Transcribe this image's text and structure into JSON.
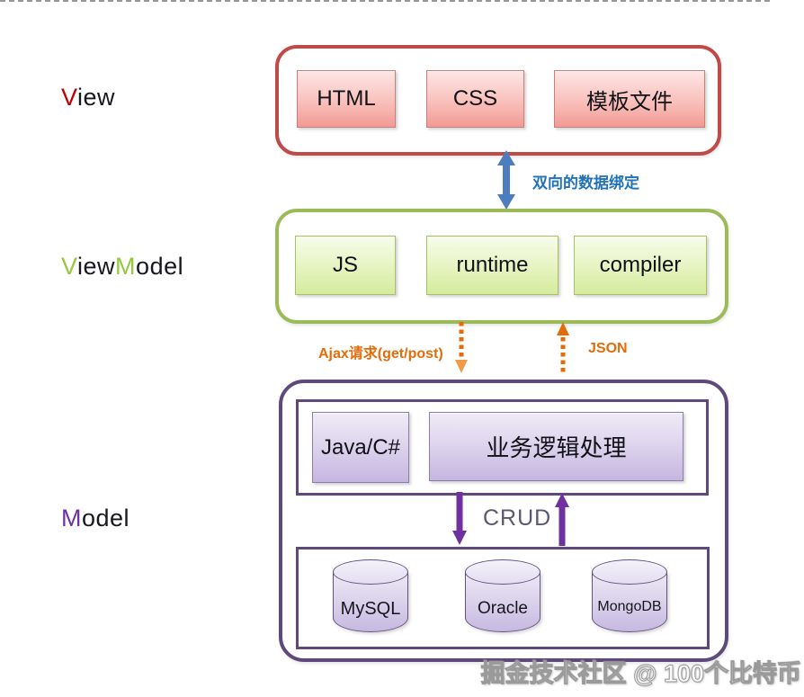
{
  "layer_labels": {
    "view": {
      "p1": "V",
      "p2": "iew"
    },
    "viewmodel": {
      "p1": "V",
      "p2": "iew",
      "p3": "M",
      "p4": "odel"
    },
    "model": {
      "p1": "M",
      "p2": "odel"
    }
  },
  "view_layer": {
    "boxes": [
      {
        "label": "HTML"
      },
      {
        "label": "CSS"
      },
      {
        "label": "模板文件"
      }
    ]
  },
  "viewmodel_layer": {
    "boxes": [
      {
        "label": "JS"
      },
      {
        "label": "runtime"
      },
      {
        "label": "compiler"
      }
    ]
  },
  "model_layer": {
    "logic_boxes": [
      {
        "label": "Java/C#"
      },
      {
        "label": "业务逻辑处理"
      }
    ],
    "crud_label": "CRUD",
    "databases": [
      {
        "label": "MySQL"
      },
      {
        "label": "Oracle"
      },
      {
        "label": "MongoDB"
      }
    ]
  },
  "connections": {
    "two_way_binding": "双向的数据绑定",
    "ajax_request": "Ajax请求(get/post)",
    "json_response": "JSON"
  },
  "watermark": "掘金技术社区 @ 100个比特币",
  "colors": {
    "view_border": "#be4b48",
    "viewmodel_border": "#9bbb59",
    "model_border": "#5f497a",
    "blue_arrow": "#4c7ebd",
    "orange_accent": "#e36c09",
    "purple_arrow": "#7030a0",
    "binding_text": "#2272b9"
  }
}
